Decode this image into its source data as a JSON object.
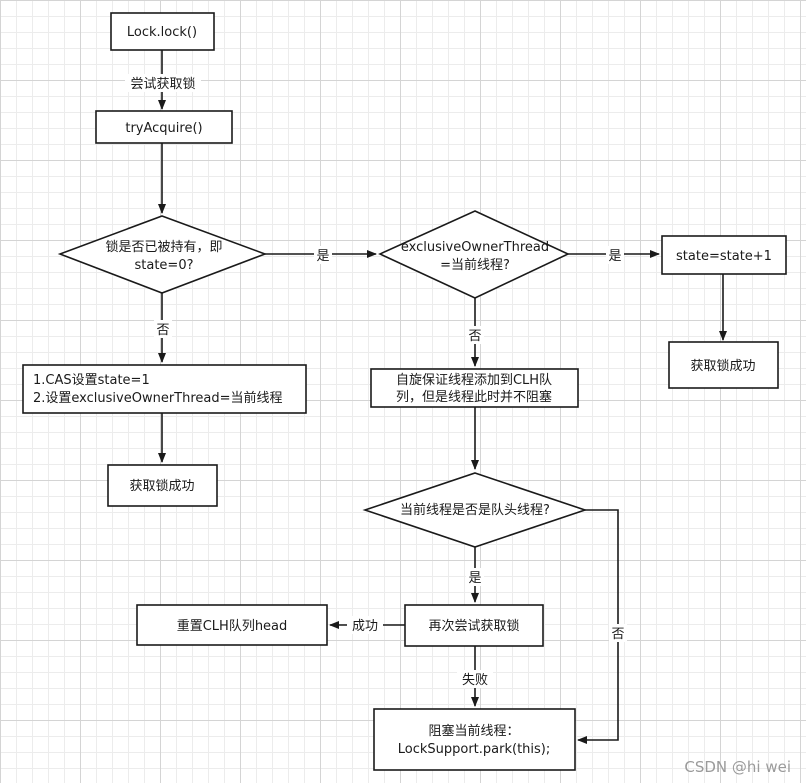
{
  "diagram": {
    "nodes": {
      "lock_call": "Lock.lock()",
      "try_acquire": "tryAcquire()",
      "held_check": [
        "锁是否已被持有，即",
        "state=0?"
      ],
      "owner_check": [
        "exclusiveOwnerThread",
        "=当前线程?"
      ],
      "state_increment": "state=state+1",
      "acquired_right": "获取锁成功",
      "cas_set": [
        "1.CAS设置state=1",
        "2.设置exclusiveOwnerThread=当前线程"
      ],
      "acquired_left": "获取锁成功",
      "spin_enqueue": [
        "自旋保证线程添加到CLH队",
        "列，但是线程此时并不阻塞"
      ],
      "head_check": "当前线程是否是队头线程?",
      "retry_acquire": "再次尝试获取锁",
      "reset_head": "重置CLH队列head",
      "park_thread": [
        "阻塞当前线程：",
        "LockSupport.park(this);"
      ]
    },
    "edge_labels": {
      "try_lock": "尝试获取锁",
      "held_yes": "是",
      "held_no": "否",
      "owner_yes": "是",
      "owner_no": "否",
      "head_yes": "是",
      "head_no": "否",
      "retry_success": "成功",
      "retry_fail": "失败"
    }
  },
  "watermark": "CSDN @hi wei",
  "colors": {
    "stroke": "#1a1a1a",
    "background": "#ffffff",
    "grid_major": "#d4d4d4",
    "grid_minor": "#ececec",
    "watermark": "#9a9a9a"
  }
}
